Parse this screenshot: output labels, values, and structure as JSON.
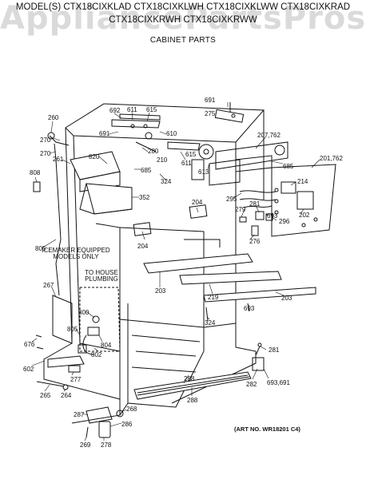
{
  "header": {
    "model_line_1": "MODEL(S) CTX18CIXKLAD  CTX18CIXKLWH  CTX18CIXKLWW  CTX18CIXKRAD",
    "model_line_2": "CTX18CIXKRWH  CTX18CIXKRWW",
    "section_title": "CABINET PARTS"
  },
  "watermark": "AppliancePartsPros.com",
  "notes": {
    "icemaker": [
      "ICEMAKER EQUIPPED",
      "MODELS ONLY"
    ],
    "plumbing": [
      "TO HOUSE",
      "PLUMBING"
    ],
    "art_no": "(ART NO. WR18201 C4)"
  },
  "part_labels": {
    "p692": "692",
    "p611a": "611",
    "p615": "615",
    "p691a": "691",
    "p275": "275",
    "p260": "260",
    "p691b": "691",
    "p610": "610",
    "p207": "207,762",
    "p270a": "270",
    "p270b": "270",
    "p261": "261",
    "p820": "820",
    "p280": "280",
    "p615b": "615",
    "p210": "210",
    "p611b": "611",
    "p613": "613",
    "p685a": "685",
    "p685b": "685",
    "p201": "201,762",
    "p808": "808",
    "p324a": "324",
    "p214": "214",
    "p295": "295",
    "p352": "352",
    "p204a": "204",
    "p204b": "204",
    "p279": "279",
    "p281a": "281",
    "p693a": "693",
    "p296": "296",
    "p202": "202",
    "p276": "276",
    "p805a": "805",
    "p267": "267",
    "p203a": "203",
    "p219": "219",
    "p203b": "203",
    "p693b": "693",
    "p800": "800",
    "p805b": "805",
    "p804": "804",
    "p802": "802",
    "p324b": "324",
    "p676": "676",
    "p281b": "281",
    "p602": "602",
    "p277": "277",
    "p288a": "288",
    "p282": "282",
    "p69391": "693,691",
    "p265": "265",
    "p264": "264",
    "p288b": "288",
    "p287": "287",
    "p268": "268",
    "p286": "286",
    "p269": "269",
    "p278": "278"
  }
}
